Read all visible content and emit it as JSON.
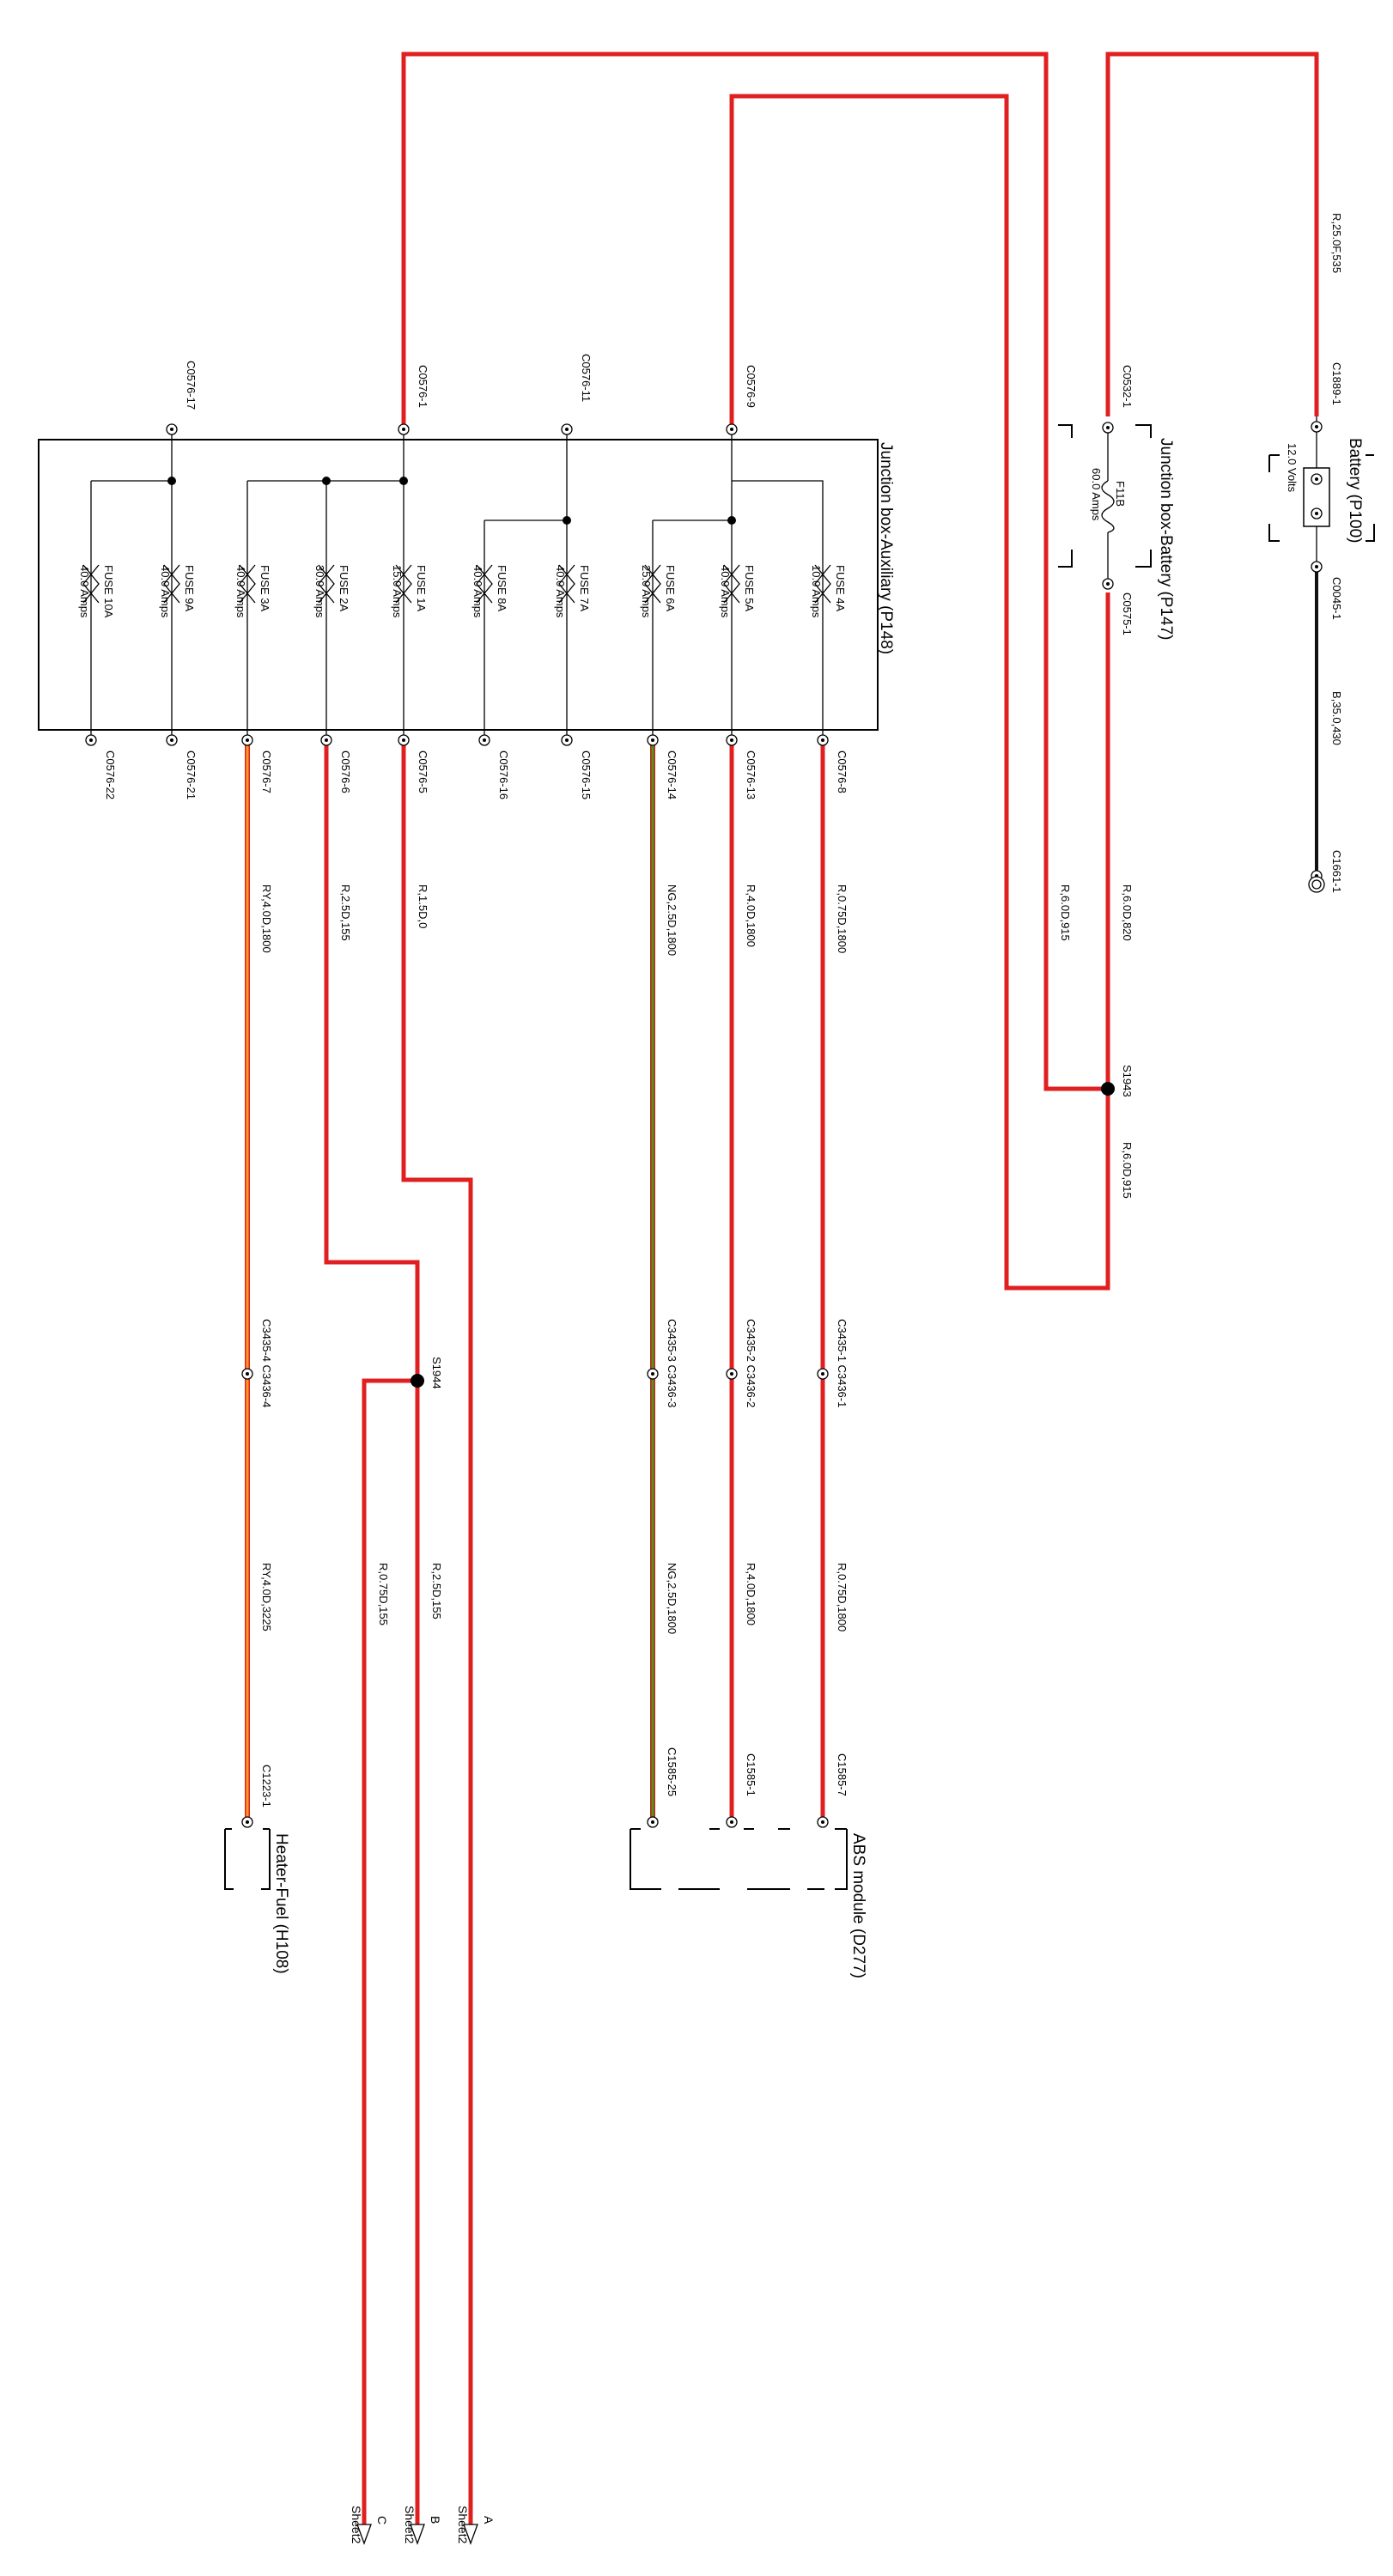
{
  "colors": {
    "red": "#e02020",
    "orange": "#f59a23",
    "green": "#5a8f1e",
    "black": "#000000",
    "brown_red": "#c81414"
  },
  "battery": {
    "title": "Battery (P100)",
    "voltage": "12.0 Volts",
    "pos_connector": "C1889-1",
    "neg_connector": "C0045-1",
    "pos_wire": "R,25.0F,535",
    "neg_wire": "B,35.0,430",
    "ground": "C1661-1"
  },
  "jb_battery": {
    "title": "Junction box-Battery (P147)",
    "fuse_name": "F11B",
    "fuse_rating": "60.0 Amps",
    "in_connector": "C0532-1",
    "out_connector": "C0575-1"
  },
  "feed_wires": {
    "w1": "R,6.0D,820",
    "splice": "S1943",
    "w2": "R,6.0D,915",
    "w3": "R,6.0D,915"
  },
  "jb_aux": {
    "title": "Junction box-Auxiliary (P148)",
    "top_connectors": [
      "C0576-17",
      "C0576-1",
      "C0576-11",
      "C0576-9"
    ],
    "fuses": [
      {
        "name": "FUSE 10A",
        "rating": "40.0 Amps",
        "bottom": "C0576-22"
      },
      {
        "name": "FUSE 9A",
        "rating": "40.0 Amps",
        "bottom": "C0576-21"
      },
      {
        "name": "FUSE 3A",
        "rating": "40.0 Amps",
        "bottom": "C0576-7"
      },
      {
        "name": "FUSE 2A",
        "rating": "30.0 Amps",
        "bottom": "C0576-6"
      },
      {
        "name": "FUSE 1A",
        "rating": "15.0 Amps",
        "bottom": "C0576-5"
      },
      {
        "name": "FUSE 8A",
        "rating": "40.0 Amps",
        "bottom": "C0576-16"
      },
      {
        "name": "FUSE 7A",
        "rating": "40.0 Amps",
        "bottom": "C0576-15"
      },
      {
        "name": "FUSE 6A",
        "rating": "25.0 Amps",
        "bottom": "C0576-14"
      },
      {
        "name": "FUSE 5A",
        "rating": "40.0 Amps",
        "bottom": "C0576-13"
      },
      {
        "name": "FUSE 4A",
        "rating": "10.0 Amps",
        "bottom": "C0576-8"
      }
    ]
  },
  "wires": {
    "c7": "RY,4.0D,1800",
    "c6": "R,2.5D,155",
    "c5": "R,1.5D,0",
    "c14": "NG,2.5D,1800",
    "c13": "R,4.0D,1800",
    "c8": "R,0.75D,1800",
    "inline": [
      "C3435-4 C3436-4",
      "C3435-3 C3436-3",
      "C3435-2 C3436-2",
      "C3435-1 C3436-1"
    ],
    "splice2": "S1944",
    "lower_ry": "RY,4.0D,3225",
    "lower_a": "R,0.75D,155",
    "lower_b": "R,2.5D,155",
    "lower_ng": "NG,2.5D,1800",
    "lower_r4": "R,4.0D,1800",
    "lower_r075": "R,0.75D,1800"
  },
  "heater": {
    "title": "Heater-Fuel (H108)",
    "connector": "C1223-1"
  },
  "abs": {
    "title": "ABS module (D277)",
    "connectors": [
      "C1585-25",
      "C1585-1",
      "C1585-7"
    ]
  },
  "offsheet": [
    {
      "letter": "A",
      "sheet": "Sheet2"
    },
    {
      "letter": "B",
      "sheet": "Sheet2"
    },
    {
      "letter": "C",
      "sheet": "Sheet2"
    }
  ]
}
